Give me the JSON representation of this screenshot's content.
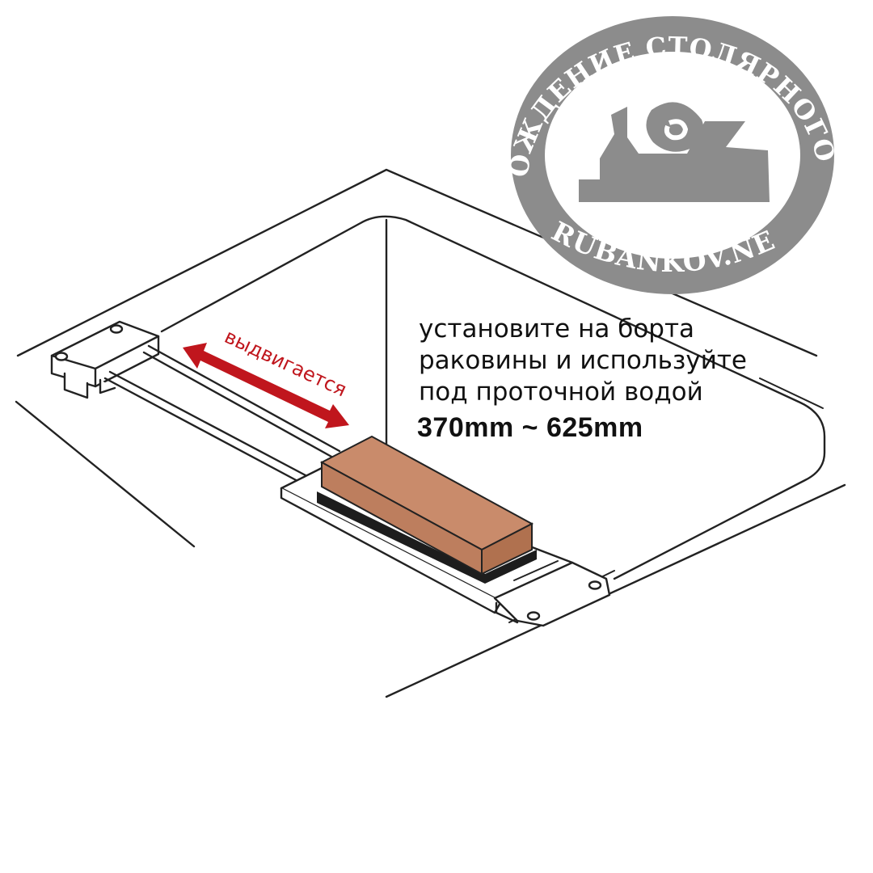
{
  "slide_label": "выдвигается",
  "description": {
    "lines": [
      "установите на борта",
      "раковины и используйте",
      "под проточной водой"
    ],
    "range": "370mm ~ 625mm"
  },
  "logo": {
    "arc_text": "ВОЗРОЖДЕНИЕ СТОЛЯРНОГО ДЕЛА",
    "url": "RUBANKOV.NET"
  },
  "colors": {
    "stone": "#bd7e5e",
    "arrow": "#c0161d",
    "logo_gray": "#8c8c8c",
    "ink": "#222222"
  }
}
